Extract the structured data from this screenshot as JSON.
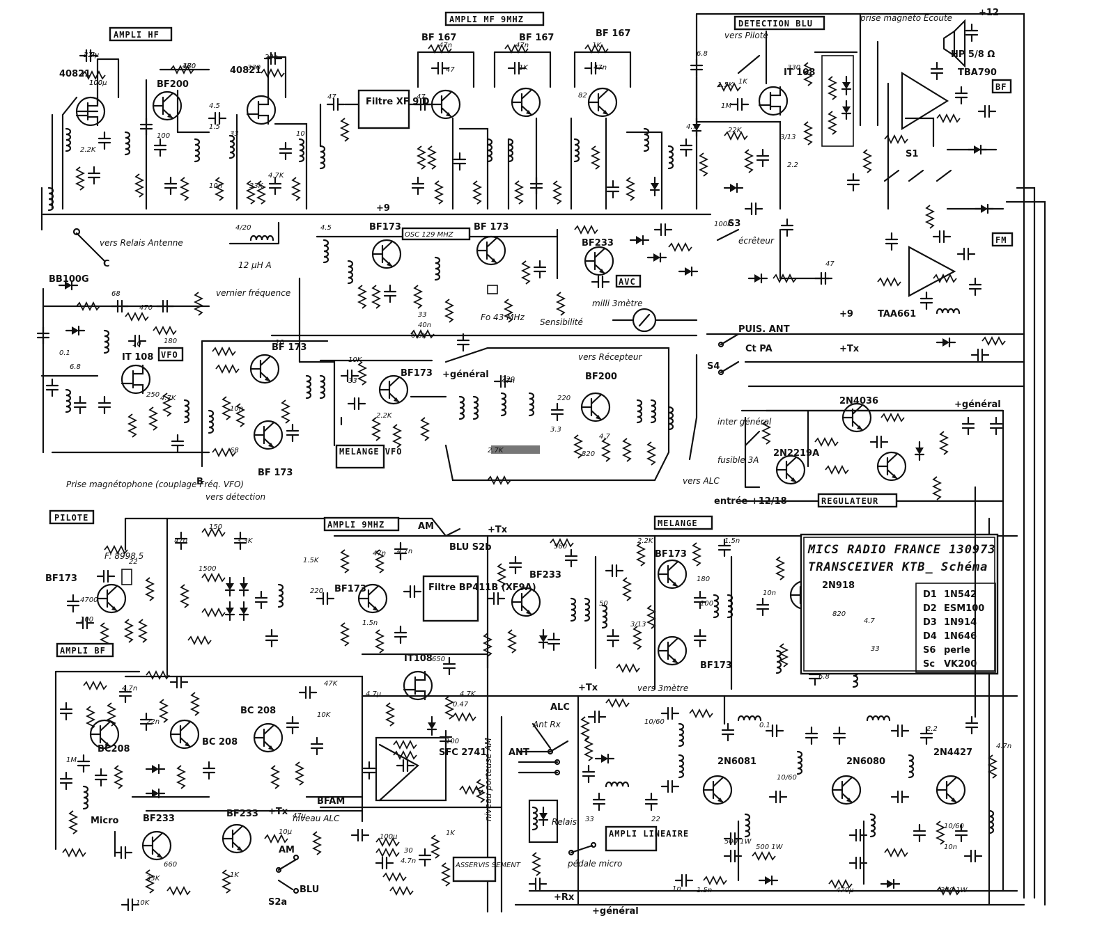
{
  "sections": {
    "ampli_hf": "AMPLI HF",
    "ampli_mf": "AMPLI MF 9MHZ",
    "detection": "DETECTION BLU",
    "bf": "BF",
    "fm": "FM",
    "vfo": "VFO",
    "melange_vfo": "MELANGE VFO",
    "pilote": "PILOTE",
    "ampli_9": "AMPLI 9MHZ",
    "melange": "MELANGE",
    "ampli_bf": "AMPLI BF",
    "regulateur": "REGULATEUR",
    "ampli_lineaire": "AMPLI LINEAIRE",
    "asservissement": "ASSERVIS SEMENT",
    "avc": "AVC",
    "osc": "OSC 129 MHZ"
  },
  "components": {
    "q_40821_a": "40821",
    "q_bf200_a": "BF200",
    "q_40821_b": "40821",
    "filter_xf9d": "Filtre XF 9 D",
    "q_bf167_a": "BF 167",
    "q_bf167_b": "BF 167",
    "q_bf167_c": "BF 167",
    "q_it108_det": "IT 108",
    "ic_tba790": "TBA790",
    "hp": "HP 5/8 Ω",
    "ic_tba661": "TAA661",
    "q_bf173_osc": "BF173",
    "q_bf173_avc": "BF 173",
    "q_bf233_avc": "BF233",
    "vfo_diode": "BB100G",
    "q_it108_vfo": "IT 108",
    "q_bf173_vfo1": "BF 173",
    "q_bf173_vfo2": "BF 173",
    "q_bf173_mel": "BF173",
    "q_bf200_mel": "BF200",
    "q_2n4036": "2N4036",
    "q_2n2219": "2N2219A",
    "q_bf173_pil": "BF173",
    "q_bf173_a9": "BF173",
    "filter_bp": "Filtre BP411B (XF9A)",
    "q_bf233_a9": "BF233",
    "q_bf173_m1": "BF173",
    "q_bf173_m2": "BF173",
    "q_2n918": "2N918",
    "q_it108_bf": "IT108",
    "ic_sfc": "SFC 2741",
    "q_bc208_a": "BC208",
    "q_bc208_b": "BC 208",
    "q_bc208_c": "BC 208",
    "q_bf233_m1": "BF233",
    "q_bf233_m2": "BF233",
    "q_2n6081": "2N6081",
    "q_2n6080": "2N6080",
    "q_2n4427": "2N4427",
    "crystal": "F: 8998.5"
  },
  "labels": {
    "vers_relais": "vers Relais Antenne",
    "vers_pilote": "vers Pilote",
    "prise_magneto": "prise magnéto Ecoute",
    "vernier": "vernier fréquence",
    "milli": "milli 3mètre",
    "sensibilite": "Sensibilité",
    "puis_ant": "PUIS. ANT",
    "ct_pa": "Ct PA",
    "vers_recepteur": "vers Récepteur",
    "general": "+général",
    "inter_general": "inter général",
    "fusible": "fusible 3A",
    "entree": "entrée +12/18",
    "vers_alc": "vers ALC",
    "prise_vfo": "Prise magnétophone (couplage Fréq. VFO)",
    "vers_detection": "vers détection",
    "blu_s2b": "BLU S2b",
    "am": "AM",
    "vers_3metre": "vers 3mètre",
    "alc": "ALC",
    "ant_rx": "Ant Rx",
    "ant": "ANT",
    "relais": "Relais",
    "pedale": "pédale micro",
    "micro": "Micro",
    "niveau_alc": "niveau ALC",
    "s2a": "S2a",
    "blu": "BLU",
    "bfam": "BFAM",
    "niveau_porteuse": "niveau porteuse AM",
    "plus9": "+9",
    "plus12": "+12",
    "tx": "+Tx",
    "rx": "+Rx",
    "fo": "Fo 43 MHz",
    "s1": "S1",
    "s3": "S3",
    "s4": "S4",
    "ecreteur": "écrêteur",
    "c_hf": "C",
    "b_vfo": "B",
    "a_hf": "12 µH A"
  },
  "legend_title": [
    "MICS RADIO FRANCE 130973",
    "TRANSCEIVER KTB_ Schéma"
  ],
  "legend": [
    {
      "k": "D1",
      "v": "1N542"
    },
    {
      "k": "D2",
      "v": "ESM100"
    },
    {
      "k": "D3",
      "v": "1N914"
    },
    {
      "k": "D4",
      "v": "1N646"
    },
    {
      "k": "S6",
      "v": "perle"
    },
    {
      "k": "Sc",
      "v": "VK200"
    }
  ],
  "values": [
    "22n",
    "100",
    "470",
    "22n",
    "330",
    "47",
    "47",
    "47",
    "47n",
    "1K",
    "47n",
    "47n",
    "1K",
    "82",
    "4.5",
    "1.5",
    "33",
    "10",
    "2.2K",
    "100",
    "6.8",
    "4/20",
    "33K",
    "4.7K",
    "22K",
    "2.2",
    "3/13",
    "4.7",
    "10",
    "1M",
    "1.5K",
    "4.5",
    "330",
    "1K",
    "100K",
    "47",
    "10n",
    "0.1",
    "6.8",
    "250",
    "68",
    "10",
    "4.7K",
    "470",
    "180",
    "47n",
    "40n",
    "10K",
    "33",
    "6.8K",
    "220",
    "2.2K",
    "33",
    "220",
    "3.3",
    "2.7K",
    "820",
    "4.7",
    "68",
    "10n",
    "100",
    "22",
    "150",
    "3.3K",
    "470",
    "1500",
    "4700",
    "220",
    "47n",
    "4.7n",
    "560",
    "1.5n",
    "180",
    "2.2K",
    "50",
    "100",
    "10n",
    "6.8",
    "3/13",
    "1.5n",
    "820",
    "33",
    "4.7",
    "10n",
    "4.7n",
    "2.2",
    "33",
    "22",
    "10/60",
    "10/60",
    "10/60",
    "0.1",
    "1n",
    "1.5n",
    "470µ",
    "340 1W",
    "500 1W",
    "500 1W",
    "1.5K",
    "30",
    "4.7n",
    "4.7K",
    "10K",
    "47K",
    "0.47",
    "100",
    "650",
    "1M",
    "4.7n",
    "22n",
    "4.7µ",
    "10µ",
    "47µ",
    "33K",
    "10K",
    "1K",
    "660",
    "100µ",
    "1K",
    "4.7µ",
    "100µ",
    "180"
  ]
}
